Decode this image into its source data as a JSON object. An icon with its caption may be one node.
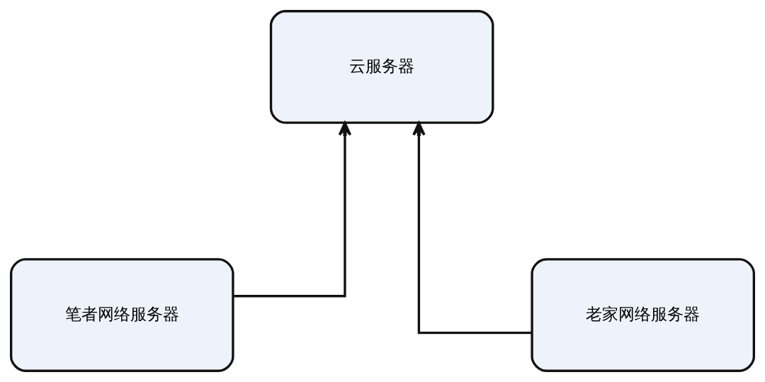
{
  "diagram": {
    "nodes": [
      {
        "text": [
          "云服务器"
        ]
      },
      {
        "text": [
          "笔者网络服务器"
        ]
      },
      {
        "text": [
          "老家网络服务器"
        ]
      }
    ],
    "edges": [
      {
        "from": 1,
        "to": 0,
        "arrow": "to"
      },
      {
        "from": 2,
        "to": 0,
        "arrow": "to"
      }
    ]
  }
}
